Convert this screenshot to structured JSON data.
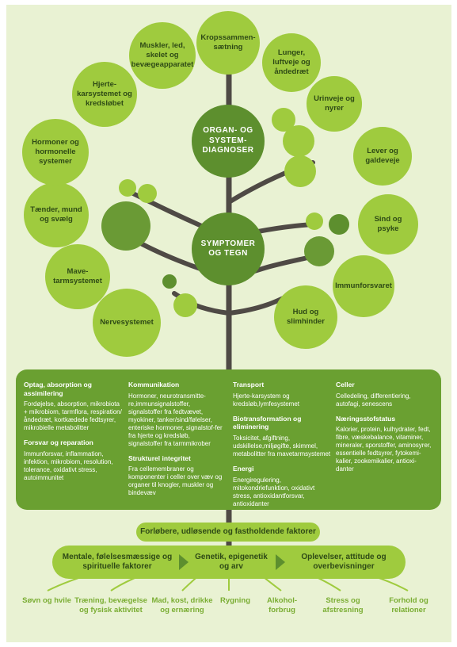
{
  "center": {
    "organ": "ORGAN- OG SYSTEM-DIAGNOSER",
    "symptoms": "SYMPTOMER OG TEGN"
  },
  "circles": [
    "Kropssammen-sætning",
    "Lunger, luftveje og åndedræt",
    "Urinveje og nyrer",
    "Lever og galdeveje",
    "Sind og psyke",
    "Immunforsvaret",
    "Hud og slimhinder",
    "Nervesystemet",
    "Mave-tarmsystemet",
    "Tænder, mund og svælg",
    "Hormoner og hormonelle systemer",
    "Hjerte-karsystemet og kredsløbet",
    "Muskler, led, skelet og bevægeapparatet"
  ],
  "panel": {
    "col1": [
      {
        "title": "Optag, absorption og assimilering",
        "text": "Fordøjelse, absorption, mikrobiota + mikrobiom, tarmflora, respiration/ åndedræt, kortkædede fedtsyrer, mikrobielle metabolitter"
      },
      {
        "title": "Forsvar og reparation",
        "text": "Immunforsvar, inflammation, infektion, mikrobiom, resolution, tolerance, oxidativt stress, autoimmunitet"
      }
    ],
    "col2": [
      {
        "title": "Kommunikation",
        "text": "Hormoner, neurotransmitte-re,immunsignalstoffer, signalstoffer fra fedtvævet, myokiner, tanker/sind/følelser, enteriske hormoner, signalstof-fer fra hjerte og kredsløb, signalstoffer fra tarmmikrober"
      },
      {
        "title": "Strukturel integritet",
        "text": "Fra cellemembraner og komponenter i celler over væv og organer til knogler, muskler og bindevæv"
      }
    ],
    "col3": [
      {
        "title": "Transport",
        "text": "Hjerte-karsystem og kredsløb,lymfesystemet"
      },
      {
        "title": "Biotransformation og eliminering",
        "text": "Toksicitet, afgiftning, udskillelse,miljøgifte, skimmel, metabolitter fra mavetarmsystemet"
      },
      {
        "title": "Energi",
        "text": "Energiregulering, mitokondriefunktion, oxidativt stress, antioxidantforsvar, antioxidanter"
      }
    ],
    "col4": [
      {
        "title": "Celler",
        "text": "Celledeling, differentiering, autofagi, senescens"
      },
      {
        "title": "Næringsstofstatus",
        "text": "Kalorier, protein, kulhydrater, fedt, fibre, væskebalance, vitaminer, mineraler, sporstoffer, aminosyrer, essentielle fedtsyrer, fytokemi-kalier, zookemikalier, antioxi-danter"
      }
    ]
  },
  "factors": "Forløbere, udløsende og fastholdende faktorer",
  "roots_bar": [
    "Mentale, følelsesmæssige og spirituelle faktorer",
    "Genetik, epigenetik og arv",
    "Oplevelser, attitude og overbevisninger"
  ],
  "roots": [
    "Søvn og hvile",
    "Træning, bevægelse og fysisk aktivitet",
    "Mad, kost, drikke og ernæring",
    "Rygning",
    "Alkohol-forbrug",
    "Stress og afstresning",
    "Forhold og relationer"
  ],
  "colors": {
    "background": "#e9f2d3",
    "light_green": "#9fcb3e",
    "dark_green": "#5d8f2e",
    "trunk": "#4f4a45",
    "panel": "#6aa031",
    "root_text": "#7aad33"
  }
}
